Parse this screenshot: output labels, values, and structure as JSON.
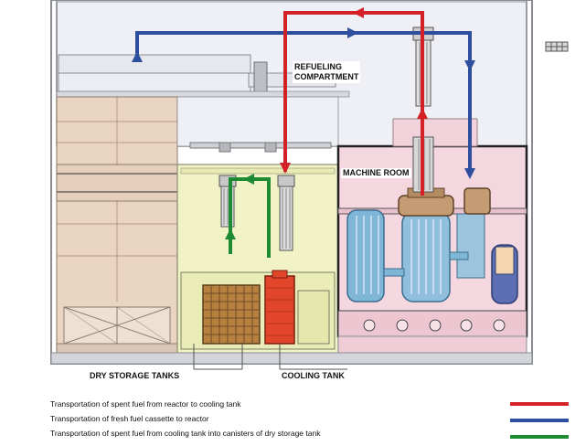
{
  "labels": {
    "refueling_line1": "REFUELING",
    "refueling_line2": "COMPARTMENT",
    "machine_room": "MACHINE ROOM",
    "dry_storage": "DRY STORAGE TANKS",
    "cooling_tank": "COOLING TANK"
  },
  "legend": [
    {
      "text": "Transportation of spent fuel from reactor to cooling tank",
      "color": "#d42027"
    },
    {
      "text": "Transportation of fresh fuel cassette to reactor",
      "color": "#2e4f9e"
    },
    {
      "text": "Transportation of spent fuel from cooling tank into canisters of dry storage tank",
      "color": "#1f8a34"
    }
  ],
  "colors": {
    "spent_to_cooling": "#d42027",
    "fresh_to_reactor": "#2e4f9e",
    "cooling_to_dry": "#1f8a34",
    "reactor_hall": "#f4d7df",
    "cooling_hall": "#f1f3c6",
    "left_building": "#ead4c2",
    "upper_hall": "#eef0f6"
  }
}
